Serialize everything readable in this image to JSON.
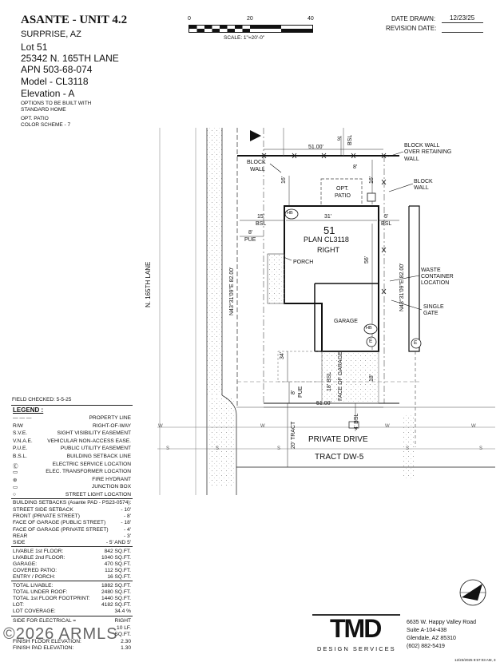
{
  "title_block": {
    "community": "ASANTE - UNIT 4.2",
    "city": "SURPRISE, AZ",
    "lot": "Lot  51",
    "address": "25342 N. 165TH LANE",
    "apn": "APN  503-68-074",
    "model": "Model - CL3118",
    "elevation": "Elevation - A",
    "note_1": "OPTIONS TO BE BUILT WITH",
    "note_2": "STANDARD HOME",
    "opt_1": "OPT. PATIO",
    "opt_2": "COLOR SCHEME - 7"
  },
  "scale_bar": {
    "tick_0": "0",
    "tick_20": "20",
    "tick_40": "40",
    "scale_label": "SCALE:  1\"=20'-0\""
  },
  "dates": {
    "drawn_label": "DATE DRAWN:",
    "drawn_value": "12/23/25",
    "revision_label": "REVISION DATE:"
  },
  "plan": {
    "street_name": "N. 165TH LANE",
    "lot_number": "51",
    "plan_name": "PLAN CL3118",
    "plan_hand": "RIGHT",
    "porch": "PORCH",
    "garage": "GARAGE",
    "opt_patio_1": "OPT.",
    "opt_patio_2": "PATIO",
    "dim_top": "51.00'",
    "dim_bottom": "51.00'",
    "dim_width": "31'",
    "dim_depth": "56'",
    "dim_left_setback": "15'",
    "dim_left_setback_sub": "BSL",
    "dim_right_setback": "5'",
    "dim_right_setback_sub": "BSL",
    "dim_pue": "8'",
    "dim_pue_sub": "PUE",
    "dim_rear_16": "16'",
    "dim_rear_16b": "16'",
    "dim_rear_8": "8'",
    "dim_rear_3": "3'",
    "dim_rear_bsl": "BSL",
    "dim_34": "34'",
    "dim_18": "18'",
    "dim_18_bsl": "18' BSL",
    "face_of_garage": "FACE OF GARAGE",
    "dim_front_8": "8'",
    "dim_front_pue": "PUE",
    "dim_4_bsl": "4' BSL",
    "dim_20_tract": "20' TRACT",
    "bearing_left": "N43°31'09\"E 82.00'",
    "bearing_right": "N43°31'09\"E 82.00'",
    "block_wall_left_1": "BLOCK",
    "block_wall_left_2": "WALL",
    "block_wall_retaining_1": "BLOCK WALL",
    "block_wall_retaining_2": "OVER RETAINING",
    "block_wall_retaining_3": "WALL",
    "block_wall_right_1": "BLOCK",
    "block_wall_right_2": "WALL",
    "waste_1": "WASTE",
    "waste_2": "CONTAINER",
    "waste_3": "LOCATION",
    "single_gate_1": "SINGLE",
    "single_gate_2": "GATE",
    "private_drive": "PRIVATE DRIVE",
    "tract": "TRACT DW-5",
    "hb": "HB",
    "e": "E",
    "util_w": "W",
    "util_s": "S"
  },
  "legend": {
    "field_checked": "FIELD CHECKED: 5-5-25",
    "heading": "LEGEND :",
    "rows": [
      {
        "abbr": "— — —",
        "desc": "PROPERTY LINE"
      },
      {
        "abbr": "R/W",
        "desc": "RIGHT-OF-WAY"
      },
      {
        "abbr": "S.V.E.",
        "desc": "SIGHT VISIBILITY EASEMENT"
      },
      {
        "abbr": "V.N.A.E.",
        "desc": "VEHICULAR NON-ACCESS EASE."
      },
      {
        "abbr": "P.U.E.",
        "desc": "PUBLIC UTILITY EASEMENT"
      },
      {
        "abbr": "B.S.L.",
        "desc": "BUILDING SETBACK LINE"
      },
      {
        "abbr": "Ⓔ",
        "desc": "ELECTRIC SERVICE LOCATION"
      },
      {
        "abbr": "▭",
        "desc": "ELEC. TRANSFORMER LOCATION"
      },
      {
        "abbr": "⊛",
        "desc": "FIRE HYDRANT"
      },
      {
        "abbr": "▭",
        "desc": "JUNCTION BOX"
      },
      {
        "abbr": "○",
        "desc": "STREET LIGHT LOCATION"
      }
    ]
  },
  "setbacks": {
    "heading": "BUILDING SETBACKS (Asante PAD - PS23-0574):",
    "rows": [
      {
        "k": "STREET SIDE SETBACK",
        "v": "- 10'"
      },
      {
        "k": "FRONT (PRIVATE STREET)",
        "v": "- 8'"
      },
      {
        "k": "FACE OF GARAGE (PUBLIC STREET)",
        "v": "- 18'"
      },
      {
        "k": "FACE OF GARAGE (PRIVATE STREET)",
        "v": "- 4'"
      },
      {
        "k": "REAR",
        "v": "- 3'"
      },
      {
        "k": "SIDE",
        "v": "- 5' AND 5'"
      }
    ]
  },
  "areas": {
    "group1": [
      {
        "k": "LIVABLE 1st FLOOR:",
        "v": "842 SQ.FT."
      },
      {
        "k": "LIVABLE 2nd FLOOR:",
        "v": "1040 SQ.FT."
      },
      {
        "k": "GARAGE:",
        "v": "470 SQ.FT."
      },
      {
        "k": "COVERED PATIO:",
        "v": "112 SQ.FT."
      },
      {
        "k": "ENTRY / PORCH:",
        "v": "16 SQ.FT."
      }
    ],
    "group2": [
      {
        "k": "TOTAL LIVABLE:",
        "v": "1882 SQ.FT."
      },
      {
        "k": "TOTAL UNDER ROOF:",
        "v": "2480 SQ.FT."
      },
      {
        "k": "TOTAL 1st FLOOR FOOTPRINT:",
        "v": "1440 SQ.FT."
      },
      {
        "k": "LOT:",
        "v": "4182 SQ.FT."
      },
      {
        "k": "LOT COVERAGE:",
        "v": "34.4 %"
      }
    ],
    "group3": [
      {
        "k": "SIDE FOR ELECTRICAL =",
        "v": "RIGHT"
      },
      {
        "k": "",
        "v": "10 LF."
      },
      {
        "k": "",
        "v": "SQ.FT."
      },
      {
        "k": "FINISH FLOOR ELEVATION:",
        "v": "2.30"
      },
      {
        "k": "FINISH PAD ELEVATION:",
        "v": "1.30"
      }
    ]
  },
  "watermark": "©2026 ARMLS",
  "company": {
    "logo": "TMD",
    "tagline": "DESIGN SERVICES",
    "address_1": "6635 W. Happy Valley Road",
    "address_2": "Suite A-104-438",
    "address_3": "Glendale, AZ 85310",
    "phone": "(602) 882-5419"
  },
  "timestamp": "12/23/2025 9:57:03 AM, 3"
}
